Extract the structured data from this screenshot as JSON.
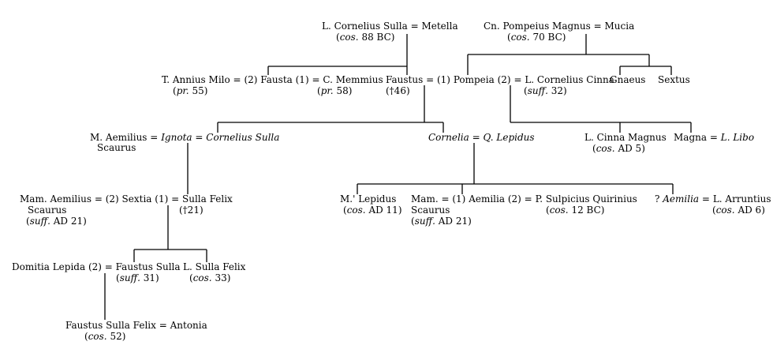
{
  "chart_data": {
    "type": "family-tree",
    "title": "",
    "people": {
      "sulla": "L. Cornelius Sulla",
      "metella": "Metella",
      "sulla_cos": "cos.",
      "sulla_year": "88 BC",
      "pompey": "Cn. Pompeius Magnus",
      "mucia": "Mucia",
      "pompey_cos": "cos.",
      "pompey_year": "70 BC",
      "milo": "T. Annius Milo",
      "milo_pr": "pr.",
      "milo_year": "55",
      "fausta": "Fausta",
      "memmius": "C. Memmius",
      "memmius_pr": "pr.",
      "memmius_year": "58",
      "faustus": "Faustus",
      "faustus_death": "(†46)",
      "pompeia": "Pompeia",
      "cinna": "L. Cornelius Cinna",
      "cinna_suff": "suff.",
      "cinna_year": "32",
      "gnaeus": "Gnaeus",
      "sextus": "Sextus",
      "m_aemilius": "M. Aemilius",
      "m_aemilius_2": "Scaurus",
      "ignota": "Ignota",
      "cornelius_sulla": "Cornelius Sulla",
      "cornelia": "Cornelia",
      "q_lepidus": "Q. Lepidus",
      "cinna_magnus": "L. Cinna Magnus",
      "cinna_magnus_cos": "cos.",
      "cinna_magnus_year": "AD 5",
      "magna": "Magna",
      "libo": "L. Libo",
      "mam_scaurus": "Mam. Aemilius",
      "mam_scaurus_2": "Scaurus",
      "mam_scaurus_suff": "suff.",
      "mam_scaurus_year": "AD 21",
      "sextia": "Sextia",
      "sulla_felix": "Sulla Felix",
      "sulla_felix_death": "(†21)",
      "m_lepidus": "M.' Lepidus",
      "m_lepidus_cos": "cos.",
      "m_lepidus_year": "AD 11",
      "mam_lepidus": "Mam.",
      "mam_lepidus_2": "Scaurus",
      "mam_lepidus_suff": "suff.",
      "mam_lepidus_year": "AD 21",
      "aemilia": "Aemilia",
      "quirinius": "P. Sulpicius Quirinius",
      "quirinius_cos": "cos.",
      "quirinius_year": "12 BC",
      "q_aemilia": "Aemilia",
      "arruntius": "L. Arruntius",
      "arruntius_cos": "cos.",
      "arruntius_year": "AD 6",
      "domitia": "Domitia Lepida",
      "faustus_sulla": "Faustus Sulla",
      "faustus_sulla_suff": "suff.",
      "faustus_sulla_year": "31",
      "l_sulla_felix": "L. Sulla Felix",
      "l_sulla_felix_cos": "cos.",
      "l_sulla_felix_year": "33",
      "fsf": "Faustus Sulla Felix",
      "antonia": "Antonia",
      "fsf_cos": "cos.",
      "fsf_year": "52"
    },
    "symbols": {
      "eq": "=",
      "lp": "(",
      "rp": ")",
      "q": "?",
      "m1": "(1)",
      "m2": "(2)"
    }
  }
}
